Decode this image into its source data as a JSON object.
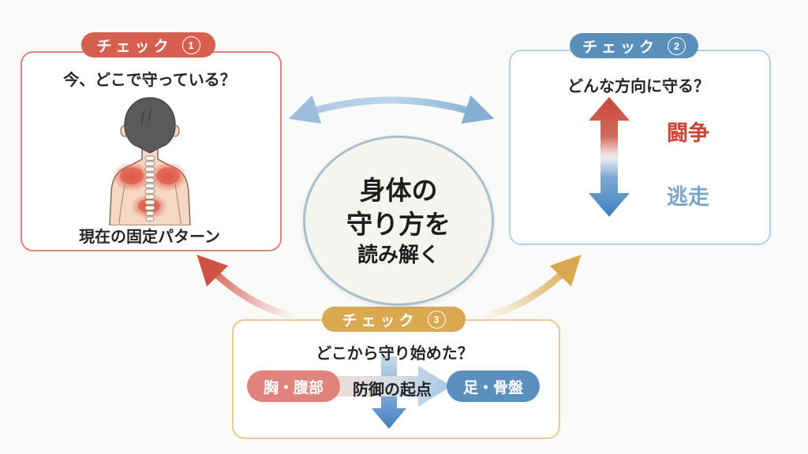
{
  "title_circle": {
    "lines": [
      "身体の",
      "守り方を",
      "読み解く"
    ],
    "border_color": "#a9bfce",
    "fill_color": "#f6f4ef"
  },
  "check1": {
    "badge_label": "チェック",
    "badge_number": "1",
    "badge_color": "#d75f50",
    "border_color": "#dc847b",
    "question": "今、どこで守っている？",
    "caption": "現在の固定パターン",
    "illustration": "back-view-body-with-red-tension-spots"
  },
  "check2": {
    "badge_label": "チェック",
    "badge_number": "2",
    "badge_color": "#5a8fba",
    "border_color": "#b5cfe0",
    "question": "どんな方向に守る？",
    "fight_label": "闘争",
    "fight_color": "#c7473a",
    "flight_label": "逃走",
    "flight_color": "#7ca6c9"
  },
  "check3": {
    "badge_label": "チェック",
    "badge_number": "3",
    "badge_color": "#d9a851",
    "border_color": "#e8ca95",
    "question": "どこから守り始めた？",
    "left_pill": "胸・腹部",
    "left_pill_color": "#e0837c",
    "center_label": "防御の起点",
    "right_pill": "足・骨盤",
    "right_pill_color": "#5b8fbe"
  },
  "arrows": {
    "top_cycle_color": "#8fb6d6",
    "red_curve_color": "#d4594a",
    "gold_curve_color": "#d8a84e",
    "fight_arrow_color": "#c8483b",
    "flight_arrow_color": "#3e7fc0"
  },
  "page_background": "#fafaf8"
}
